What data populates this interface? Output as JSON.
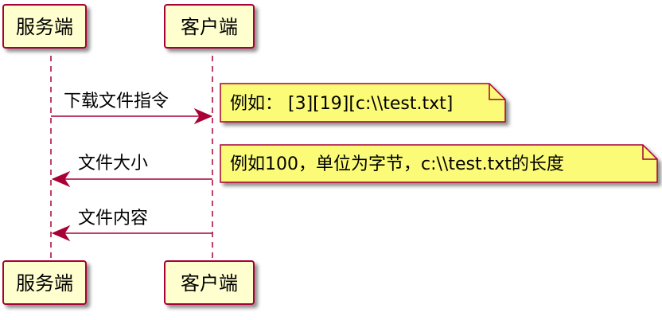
{
  "participants": {
    "server": "服务端",
    "client": "客户端"
  },
  "messages": [
    {
      "label": "下载文件指令",
      "direction": "server-to-client"
    },
    {
      "label": "文件大小",
      "direction": "client-to-server"
    },
    {
      "label": "文件内容",
      "direction": "client-to-server"
    }
  ],
  "notes": [
    {
      "text": "例如： [3][19][c:\\\\test.txt]"
    },
    {
      "text": "例如100，单位为字节，c:\\\\test.txt的长度"
    }
  ],
  "colors": {
    "participant_fill": "#FEFECE",
    "participant_border": "#A80036",
    "lifeline": "#A80036",
    "arrow": "#A80036",
    "note_fill": "#FBFB77",
    "note_border": "#A80036"
  }
}
